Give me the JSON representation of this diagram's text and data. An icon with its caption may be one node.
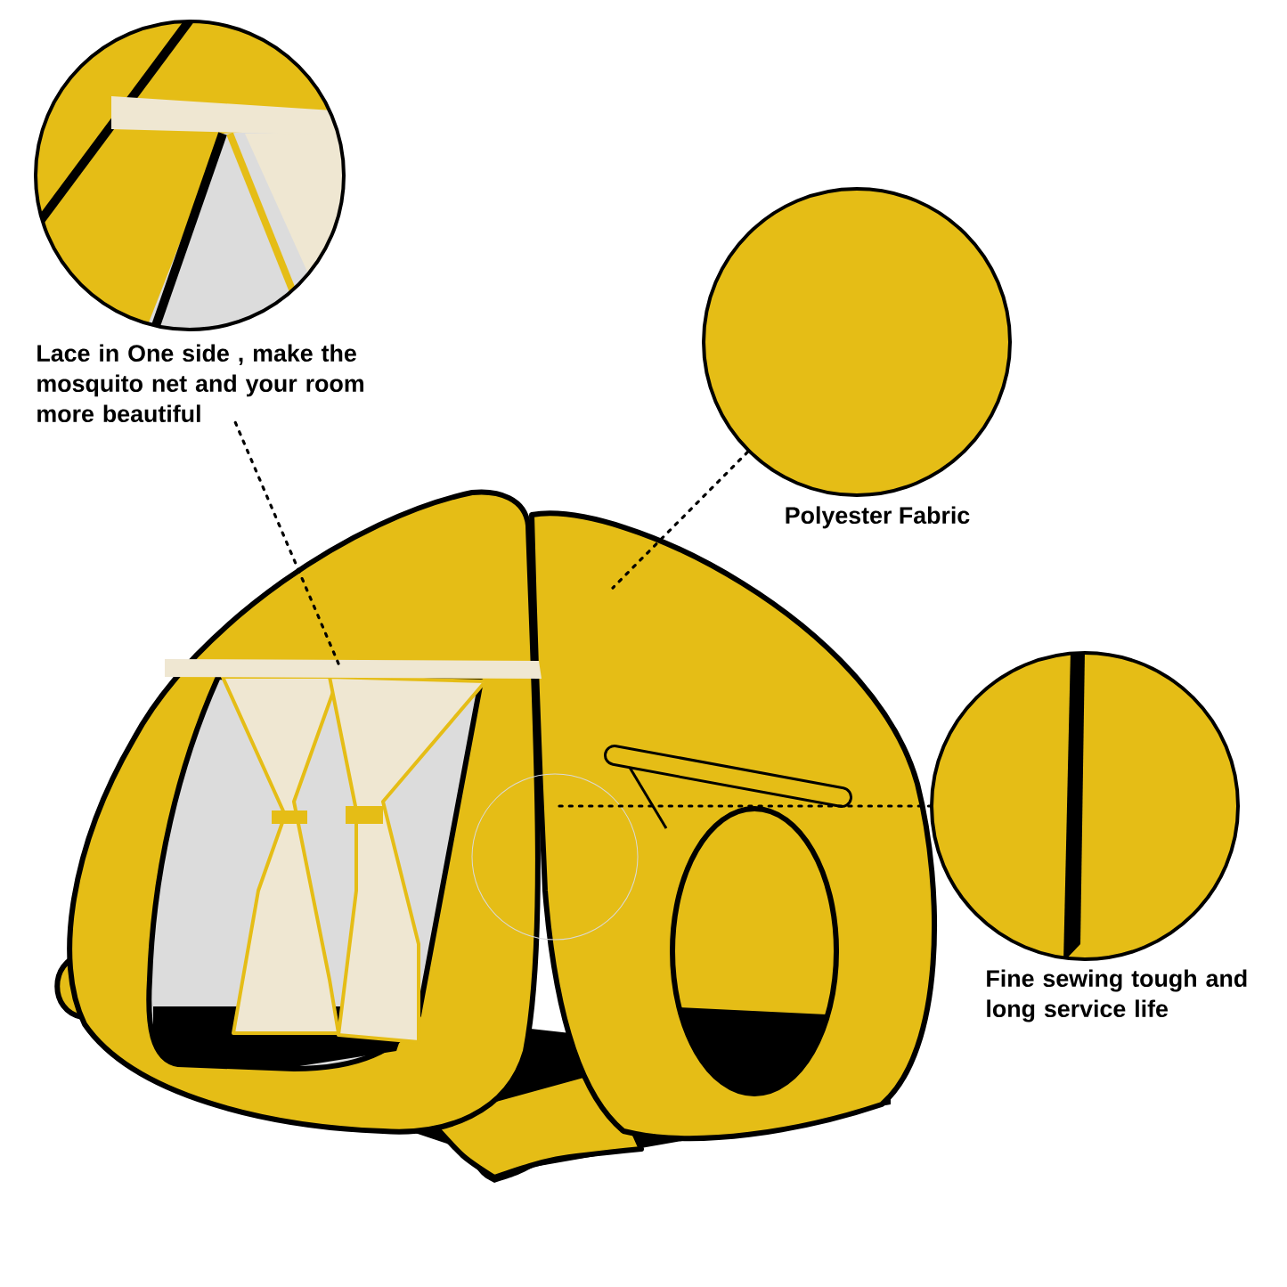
{
  "diagram": {
    "nodes": [
      {
        "text": [
          "Lace in One side , make the mosquito net and your room more beautiful"
        ]
      },
      {
        "text": [
          "Polyester Fabric"
        ]
      },
      {
        "text": [
          "Fine sewing tough and long service life"
        ]
      }
    ],
    "edges": [
      {
        "from": 0,
        "to": null,
        "arrow": "none"
      },
      {
        "from": 1,
        "to": null,
        "arrow": "none"
      },
      {
        "from": 2,
        "to": null,
        "arrow": "none"
      }
    ]
  }
}
